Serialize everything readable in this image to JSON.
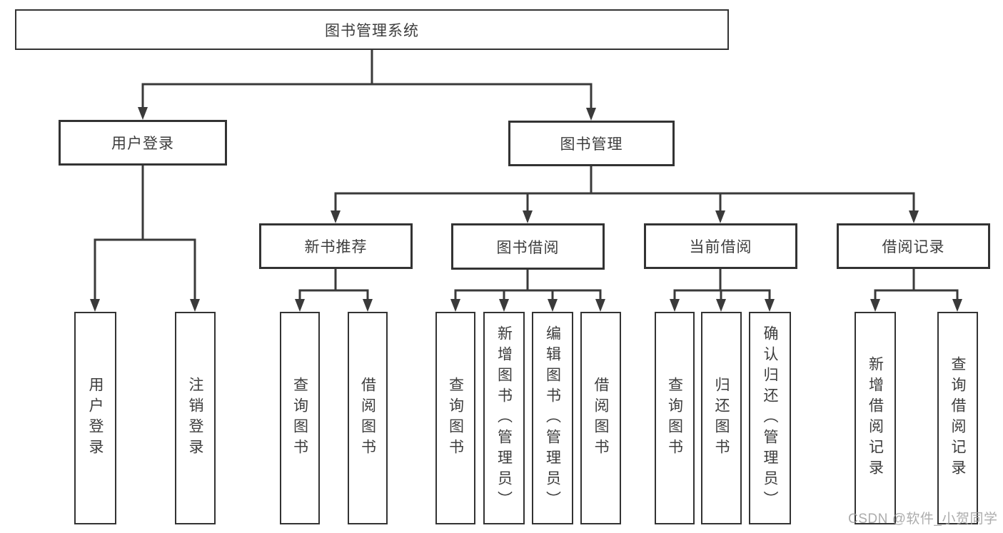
{
  "diagram": {
    "root": {
      "label": "图书管理系统"
    },
    "branches": [
      {
        "label": "用户登录",
        "children": [
          {
            "label": "用户登录"
          },
          {
            "label": "注销登录"
          }
        ]
      },
      {
        "label": "图书管理",
        "children": [
          {
            "label": "新书推荐",
            "children": [
              {
                "label": "查询图书"
              },
              {
                "label": "借阅图书"
              }
            ]
          },
          {
            "label": "图书借阅",
            "children": [
              {
                "label": "查询图书"
              },
              {
                "label": "新增图书（管理员）"
              },
              {
                "label": "编辑图书（管理员）"
              },
              {
                "label": "借阅图书"
              }
            ]
          },
          {
            "label": "当前借阅",
            "children": [
              {
                "label": "查询图书"
              },
              {
                "label": "归还图书"
              },
              {
                "label": "确认归还（管理员）"
              }
            ]
          },
          {
            "label": "借阅记录",
            "children": [
              {
                "label": "新增借阅记录"
              },
              {
                "label": "查询借阅记录"
              }
            ]
          }
        ]
      }
    ]
  },
  "watermark": {
    "text": "CSDN @软件_小贺同学"
  },
  "colors": {
    "line": "#3a3a3a",
    "border": "#333333",
    "text": "#3d3d3d",
    "watermark": "#9e9e9e",
    "background": "#ffffff"
  }
}
